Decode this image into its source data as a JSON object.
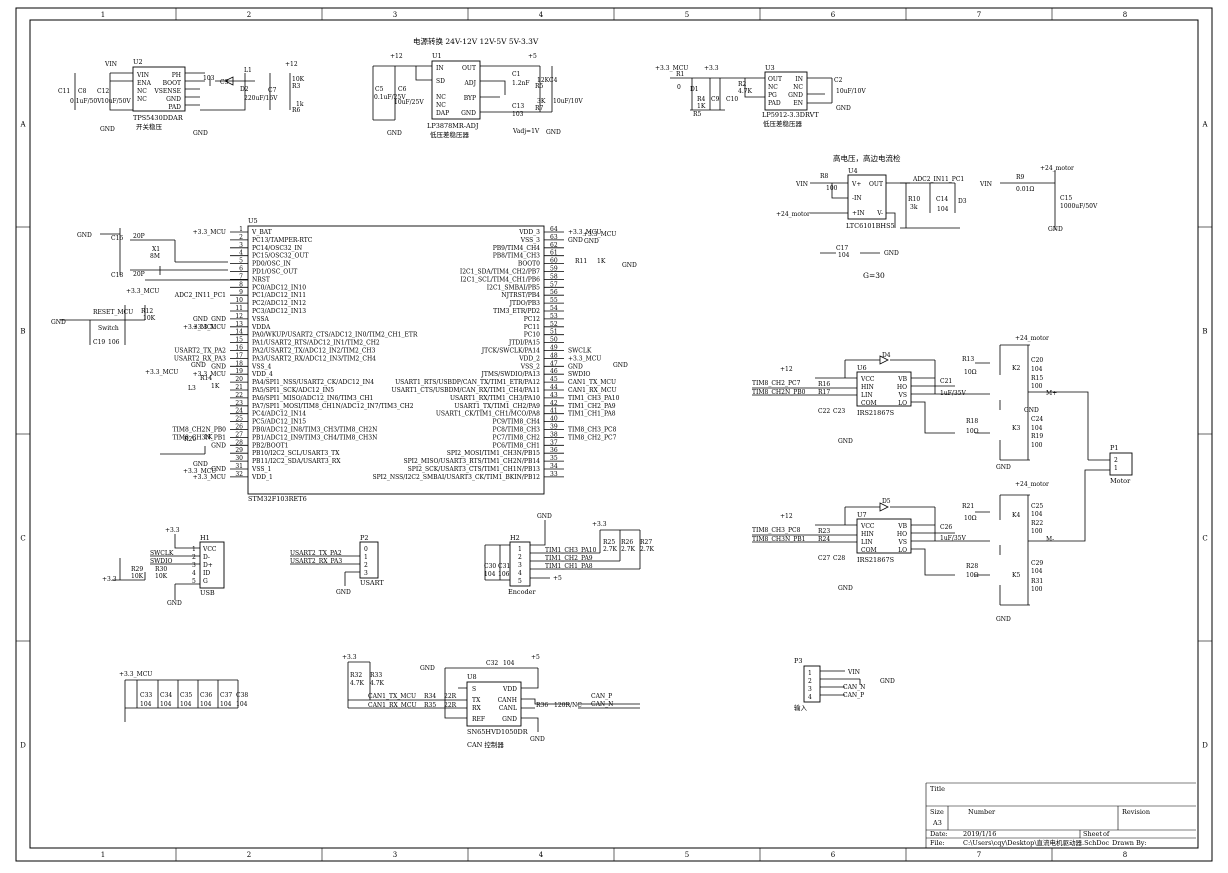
{
  "frame": {
    "columns": [
      "1",
      "2",
      "3",
      "4",
      "5",
      "6",
      "7",
      "8"
    ],
    "rows": [
      "A",
      "B",
      "C",
      "D"
    ]
  },
  "blocks": {
    "buck": {
      "ref": "U2",
      "part": "TPS5430DDAR",
      "caption": "开关稳压",
      "pins_left": [
        "VIN",
        "ENA",
        "NC",
        "NC"
      ],
      "pins_right": [
        "PH",
        "BOOT",
        "VSENSE",
        "GND",
        "PAD"
      ],
      "labels": [
        "VIN",
        "+12",
        "L1",
        "D2",
        "C3",
        "C7",
        "220uF/16V",
        "R3",
        "10K",
        "R6",
        "1k",
        "103",
        "C11",
        "C8",
        "C12",
        "0.1uF/50V",
        "10uF/50V",
        "GND",
        "GND"
      ]
    },
    "ldo_top": {
      "heading": "电源转换 24V-12V 12V-5V 5V-3.3V",
      "ref": "U1",
      "part": "LP3878MR-ADJ",
      "caption": "低压差稳压器",
      "pins_left": [
        "IN",
        "SD",
        "NC",
        "NC",
        "DAP"
      ],
      "pins_right": [
        "OUT",
        "ADJ",
        "BYP",
        "GND"
      ],
      "labels": [
        "+12",
        "+5",
        "C5",
        "C6",
        "0.1uF/25V",
        "10uF/25V",
        "C1",
        "1.2nF",
        "R5",
        "12K",
        "R7",
        "3K",
        "C13",
        "103",
        "C4",
        "10uF/10V",
        "Vadj=1V",
        "GND",
        "GND"
      ]
    },
    "ldo_33": {
      "ref": "U3",
      "part": "LP5912-3.3DRVT",
      "caption": "低压差稳压器",
      "pins_left": [
        "OUT",
        "NC",
        "PG",
        "PAD"
      ],
      "pins_right": [
        "IN",
        "NC",
        "GND",
        "EN"
      ],
      "labels": [
        "+3.3_MCU",
        "+3.3",
        "R1",
        "0",
        "D1",
        "R4",
        "1K",
        "R5",
        "C9",
        "C10",
        "R2",
        "4.7K",
        "C2",
        "10uF/10V",
        "GND"
      ]
    },
    "current_sense": {
      "heading": "高电压，高边电流检",
      "ref": "U4",
      "part": "LTC6101BHS5",
      "pins": [
        "V+",
        "OUT",
        "-IN",
        "+IN",
        "V-"
      ],
      "labels": [
        "VIN",
        "R8",
        "100",
        "+24_motor",
        "ADC2_IN11_PC1",
        "R10",
        "3k",
        "C14",
        "104",
        "D3",
        "C17",
        "104",
        "GND",
        "VIN",
        "R9",
        "0.01Ω",
        "+24_motor",
        "C15",
        "1000uF/50V",
        "GND"
      ],
      "gain": "G=30"
    },
    "mcu": {
      "ref": "U5",
      "part": "STM32F103RET6",
      "left_pins": [
        {
          "n": "1",
          "name": "V_BAT",
          "net": "+3.3_MCU"
        },
        {
          "n": "2",
          "name": "PC13/TAMPER-RTC",
          "net": ""
        },
        {
          "n": "3",
          "name": "PC14/OSC32_IN",
          "net": ""
        },
        {
          "n": "4",
          "name": "PC15/OSC32_OUT",
          "net": ""
        },
        {
          "n": "5",
          "name": "PD0/OSC_IN",
          "net": ""
        },
        {
          "n": "6",
          "name": "PD1/OSC_OUT",
          "net": ""
        },
        {
          "n": "7",
          "name": "NRST",
          "net": ""
        },
        {
          "n": "8",
          "name": "PC0/ADC12_IN10",
          "net": ""
        },
        {
          "n": "9",
          "name": "PC1/ADC12_IN11",
          "net": "ADC2_IN11_PC1"
        },
        {
          "n": "10",
          "name": "PC2/ADC12_IN12",
          "net": ""
        },
        {
          "n": "11",
          "name": "PC3/ADC12_IN13",
          "net": ""
        },
        {
          "n": "12",
          "name": "VSSA",
          "net": "GND"
        },
        {
          "n": "13",
          "name": "VDDA",
          "net": "+3.3_MCU"
        },
        {
          "n": "14",
          "name": "PA0/WKUP/USART2_CTS/ADC12_IN0/TIM2_CH1_ETR",
          "net": ""
        },
        {
          "n": "15",
          "name": "PA1/USART2_RTS/ADC12_IN1/TIM2_CH2",
          "net": ""
        },
        {
          "n": "16",
          "name": "PA2/USART2_TX/ADC12_IN2/TIM2_CH3",
          "net": "USART2_TX_PA2"
        },
        {
          "n": "17",
          "name": "PA3/USART2_RX/ADC12_IN3/TIM2_CH4",
          "net": "USART2_RX_PA3"
        },
        {
          "n": "18",
          "name": "VSS_4",
          "net": "GND"
        },
        {
          "n": "19",
          "name": "VDD_4",
          "net": "+3.3_MCU"
        },
        {
          "n": "20",
          "name": "PA4/SPI1_NSS/USART2_CK/ADC12_IN4",
          "net": ""
        },
        {
          "n": "21",
          "name": "PA5/SPI1_SCK/ADC12_IN5",
          "net": ""
        },
        {
          "n": "22",
          "name": "PA6/SPI1_MISO/ADC12_IN6/TIM3_CH1",
          "net": ""
        },
        {
          "n": "23",
          "name": "PA7/SPI1_MOSI/TIM8_CH1N/ADC12_IN7/TIM3_CH2",
          "net": ""
        },
        {
          "n": "24",
          "name": "PC4/ADC12_IN14",
          "net": ""
        },
        {
          "n": "25",
          "name": "PC5/ADC12_IN15",
          "net": ""
        },
        {
          "n": "26",
          "name": "PB0/ADC12_IN8/TIM3_CH3/TIM8_CH2N",
          "net": "TIM8_CH2N_PB0"
        },
        {
          "n": "27",
          "name": "PB1/ADC12_IN9/TIM3_CH4/TIM8_CH3N",
          "net": "TIM8_CH3N_PB1"
        },
        {
          "n": "28",
          "name": "PB2/BOOT1",
          "net": "GND"
        },
        {
          "n": "29",
          "name": "PB10/I2C2_SCL/USART3_TX",
          "net": ""
        },
        {
          "n": "30",
          "name": "PB11/I2C2_SDA/USART3_RX",
          "net": ""
        },
        {
          "n": "31",
          "name": "VSS_1",
          "net": "GND"
        },
        {
          "n": "32",
          "name": "VDD_1",
          "net": "+3.3_MCU"
        }
      ],
      "right_pins": [
        {
          "n": "64",
          "name": "VDD_3",
          "net": "+3.3_MCU"
        },
        {
          "n": "63",
          "name": "VSS_3",
          "net": "GND"
        },
        {
          "n": "62",
          "name": "PB9/TIM4_CH4",
          "net": ""
        },
        {
          "n": "61",
          "name": "PB8/TIM4_CH3",
          "net": ""
        },
        {
          "n": "60",
          "name": "BOOT0",
          "net": ""
        },
        {
          "n": "59",
          "name": "I2C1_SDA/TIM4_CH2/PB7",
          "net": ""
        },
        {
          "n": "58",
          "name": "I2C1_SCL/TIM4_CH1/PB6",
          "net": ""
        },
        {
          "n": "57",
          "name": "I2C1_SMBAI/PB5",
          "net": ""
        },
        {
          "n": "56",
          "name": "NJTRST/PB4",
          "net": ""
        },
        {
          "n": "55",
          "name": "JTDO/PB3",
          "net": ""
        },
        {
          "n": "54",
          "name": "TIM3_ETR/PD2",
          "net": ""
        },
        {
          "n": "53",
          "name": "PC12",
          "net": ""
        },
        {
          "n": "52",
          "name": "PC11",
          "net": ""
        },
        {
          "n": "51",
          "name": "PC10",
          "net": ""
        },
        {
          "n": "50",
          "name": "JTDI/PA15",
          "net": ""
        },
        {
          "n": "49",
          "name": "JTCK/SWCLK/PA14",
          "net": "SWCLK"
        },
        {
          "n": "48",
          "name": "VDD_2",
          "net": "+3.3_MCU"
        },
        {
          "n": "47",
          "name": "VSS_2",
          "net": "GND"
        },
        {
          "n": "46",
          "name": "JTMS/SWDIO/PA13",
          "net": "SWDIO"
        },
        {
          "n": "45",
          "name": "USART1_RTS/USBDP/CAN_TX/TIM1_ETR/PA12",
          "net": "CAN1_TX_MCU"
        },
        {
          "n": "44",
          "name": "USART1_CTS/USBDM/CAN_RX/TIM1_CH4/PA11",
          "net": "CAN1_RX_MCU"
        },
        {
          "n": "43",
          "name": "USART1_RX/TIM1_CH3/PA10",
          "net": "TIM1_CH3_PA10"
        },
        {
          "n": "42",
          "name": "USART1_TX/TIM1_CH2/PA9",
          "net": "TIM1_CH2_PA9"
        },
        {
          "n": "41",
          "name": "USART1_CK/TIM1_CH1/MCO/PA8",
          "net": "TIM1_CH1_PA8"
        },
        {
          "n": "40",
          "name": "PC9/TIM8_CH4",
          "net": ""
        },
        {
          "n": "39",
          "name": "PC8/TIM8_CH3",
          "net": "TIM8_CH3_PC8"
        },
        {
          "n": "38",
          "name": "PC7/TIM8_CH2",
          "net": "TIM8_CH2_PC7"
        },
        {
          "n": "37",
          "name": "PC6/TIM8_CH1",
          "net": ""
        },
        {
          "n": "36",
          "name": "SPI2_MOSI/TIM1_CH3N/PB15",
          "net": ""
        },
        {
          "n": "35",
          "name": "SPI2_MISO/USART3_RTS/TIM1_CH2N/PB14",
          "net": ""
        },
        {
          "n": "34",
          "name": "SPI2_SCK/USART3_CTS/TIM1_CH1N/PB13",
          "net": ""
        },
        {
          "n": "33",
          "name": "SPI2_NSS/I2C2_SMBAI/USART3_CK/TIM1_BKIN/PB12",
          "net": ""
        }
      ],
      "peripheral_labels": [
        "GND",
        "C16",
        "20P",
        "X1",
        "8M",
        "C18",
        "20P",
        "+3.3_MCU",
        "R12",
        "10K",
        "RESET_MCU",
        "Switch",
        "C19",
        "106",
        "GND",
        "L3",
        "R14",
        "1K",
        "R20",
        "1K",
        "R11",
        "1K",
        "GND",
        "+3.3_MCU",
        "+3.3_MCU",
        "GND",
        "GND",
        "+3.3_MCU",
        "+3.3_MCU",
        "GND",
        "GND",
        "GND"
      ]
    },
    "driver_a": {
      "ref": "U6",
      "part": "IRS21867S",
      "pins_left": [
        "VCC",
        "HIN",
        "LIN",
        "COM"
      ],
      "pins_right": [
        "VB",
        "HO",
        "VS",
        "LO"
      ],
      "labels": [
        "+12",
        "TIM8_CH2_PC7",
        "TIM8_CH2N_PB0",
        "R16",
        "R17",
        "C22",
        "C23",
        "D4",
        "R13",
        "10Ω",
        "R18",
        "10Ω",
        "C21",
        "1uF/35V",
        "K2",
        "K3",
        "C20",
        "104",
        "R15",
        "100",
        "C24",
        "104",
        "R19",
        "100",
        "+24_motor",
        "M+",
        "GND",
        "GND",
        "GND"
      ]
    },
    "driver_b": {
      "ref": "U7",
      "part": "IRS21867S",
      "pins_left": [
        "VCC",
        "HIN",
        "LIN",
        "COM"
      ],
      "pins_right": [
        "VB",
        "HO",
        "VS",
        "LO"
      ],
      "labels": [
        "+12",
        "TIM8_CH3_PC8",
        "TIM8_CH3N_PB1",
        "R23",
        "R24",
        "C27",
        "C28",
        "D5",
        "R21",
        "10Ω",
        "R28",
        "10Ω",
        "C26",
        "1uF/35V",
        "K4",
        "K5",
        "C25",
        "104",
        "R22",
        "100",
        "C29",
        "104",
        "R31",
        "100",
        "+24_motor",
        "M-",
        "GND",
        "GND"
      ]
    },
    "motor_conn": {
      "ref": "P1",
      "name": "Motor",
      "pins": [
        "2",
        "1"
      ]
    },
    "usb": {
      "ref": "H1",
      "name": "USB",
      "pins": [
        "VCC",
        "D-",
        "D+",
        "ID",
        "G"
      ],
      "pin_nums": [
        "1",
        "2",
        "3",
        "4",
        "5"
      ],
      "labels": [
        "+3.3",
        "SWCLK",
        "SWDIO",
        "R29",
        "10K",
        "R30",
        "10K",
        "+3.3",
        "GND"
      ]
    },
    "usart": {
      "ref": "P2",
      "name": "USART",
      "pins": [
        "0",
        "1",
        "2",
        "3"
      ],
      "nets": [
        "USART2_TX_PA2",
        "USART2_RX_PA3"
      ],
      "labels": [
        "GND"
      ]
    },
    "encoder": {
      "ref": "H2",
      "name": "Encoder",
      "pins": [
        "1",
        "2",
        "3",
        "4",
        "5"
      ],
      "nets": [
        "TIM1_CH3_PA10",
        "TIM1_CH2_PA9",
        "TIM1_CH1_PA8"
      ],
      "labels": [
        "GND",
        "+3.3",
        "R25",
        "2.7K",
        "R26",
        "2.7K",
        "R27",
        "2.7K",
        "C30",
        "104",
        "C31",
        "106",
        "+5"
      ]
    },
    "decoupling": {
      "labels": [
        "+3.3_MCU",
        "C33",
        "104",
        "C34",
        "104",
        "C35",
        "104",
        "C36",
        "104",
        "C37",
        "104",
        "C38",
        "104"
      ]
    },
    "can": {
      "ref": "U8",
      "part": "SN65HVD1050DR",
      "caption": "CAN 控制器",
      "pins_left": [
        "S",
        "TX",
        "RX",
        "REF"
      ],
      "pins_right": [
        "VDD",
        "CANH",
        "CANL",
        "GND"
      ],
      "labels": [
        "+3.3",
        "R32",
        "4.7K",
        "R33",
        "4.7K",
        "CAN1_TX_MCU",
        "CAN1_RX_MCU",
        "R34",
        "22R",
        "R35",
        "22R",
        "GND",
        "C32",
        "104",
        "+5",
        "R36",
        "120R/NC",
        "CAN_P",
        "CAN_N",
        "GND"
      ]
    },
    "input_conn": {
      "ref": "P3",
      "name": "输入",
      "pins": [
        "1",
        "2",
        "3",
        "4"
      ],
      "nets": [
        "VIN",
        "CAN_N",
        "CAN_P"
      ],
      "labels": [
        "GND"
      ]
    }
  },
  "title_block": {
    "title_label": "Title",
    "size_label": "Size",
    "size_value": "A3",
    "number_label": "Number",
    "revision_label": "Revision",
    "date_label": "Date:",
    "date_value": "2019/1/16",
    "sheet_label": "Sheet",
    "of_label": "of",
    "file_label": "File:",
    "file_value": "C:\\Users\\cqy\\Desktop\\直流电机驱动器.SchDoc",
    "drawn_label": "Drawn By:"
  }
}
